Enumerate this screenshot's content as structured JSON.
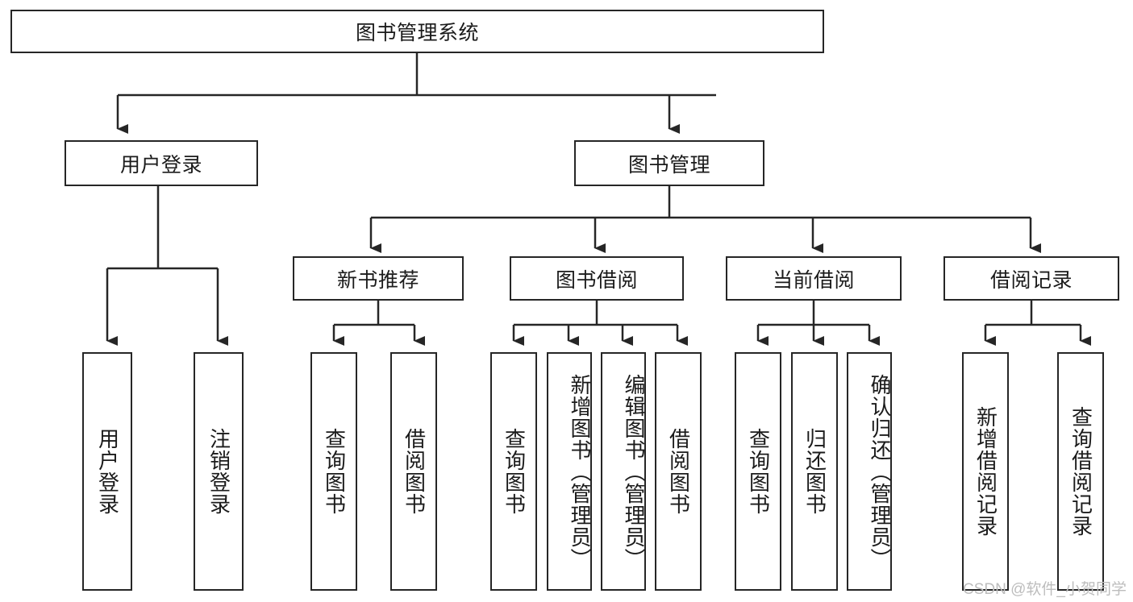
{
  "diagram": {
    "title_text": "图书管理系统",
    "type": "tree-hierarchy",
    "colors": {
      "box_border": "#262626",
      "box_fill": "#ffffff",
      "edge": "#262626",
      "text": "#1b1b1b",
      "watermark": "#bdbdbd"
    },
    "root": {
      "label": "图书管理系统",
      "orientation": "horizontal"
    },
    "level1": [
      {
        "label": "用户登录",
        "orientation": "horizontal"
      },
      {
        "label": "图书管理",
        "orientation": "horizontal"
      }
    ],
    "level2": [
      {
        "label": "新书推荐",
        "orientation": "horizontal",
        "parent": "图书管理"
      },
      {
        "label": "图书借阅",
        "orientation": "horizontal",
        "parent": "图书管理"
      },
      {
        "label": "当前借阅",
        "orientation": "horizontal",
        "parent": "图书管理"
      },
      {
        "label": "借阅记录",
        "orientation": "horizontal",
        "parent": "图书管理"
      }
    ],
    "leaves": {
      "user_login": [
        {
          "label": "用户登录",
          "orientation": "vertical"
        },
        {
          "label": "注销登录",
          "orientation": "vertical"
        }
      ],
      "new_book_recommend": [
        {
          "label": "查询图书",
          "orientation": "vertical"
        },
        {
          "label": "借阅图书",
          "orientation": "vertical"
        }
      ],
      "book_borrow": [
        {
          "label": "查询图书",
          "orientation": "vertical"
        },
        {
          "label": "新增图书（管理员）",
          "orientation": "vertical"
        },
        {
          "label": "编辑图书（管理员）",
          "orientation": "vertical"
        },
        {
          "label": "借阅图书",
          "orientation": "vertical"
        }
      ],
      "current_borrow": [
        {
          "label": "查询图书",
          "orientation": "vertical"
        },
        {
          "label": "归还图书",
          "orientation": "vertical"
        },
        {
          "label": "确认归还（管理员）",
          "orientation": "vertical"
        }
      ],
      "borrow_record": [
        {
          "label": "新增借阅记录",
          "orientation": "vertical"
        },
        {
          "label": "查询借阅记录",
          "orientation": "vertical"
        }
      ]
    },
    "watermark": "CSDN @软件_小贺同学"
  }
}
